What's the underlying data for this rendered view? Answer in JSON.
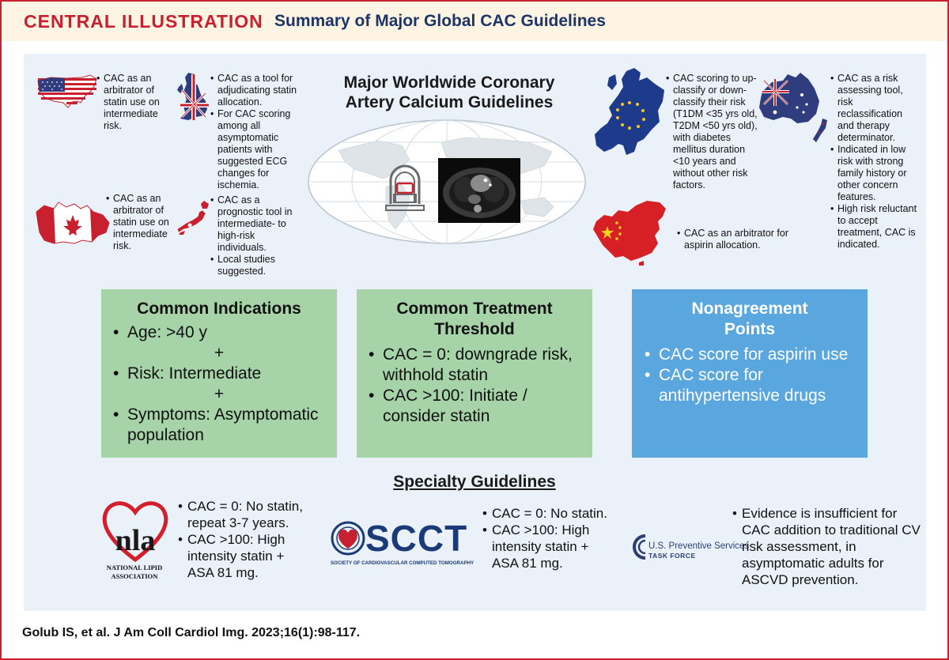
{
  "header": {
    "label": "CENTRAL ILLUSTRATION",
    "title": "Summary of Major Global CAC Guidelines"
  },
  "main_title": [
    "Major Worldwide Coronary",
    "Artery Calcium Guidelines"
  ],
  "regions": {
    "usa": {
      "icon": "usa-map-icon",
      "bullets": [
        "CAC as an arbitrator of statin use on intermediate risk."
      ]
    },
    "uk": {
      "icon": "uk-map-icon",
      "bullets": [
        "CAC as a tool for adjudicating statin allocation.",
        "For CAC scoring among all asymptomatic patients with suggested ECG changes for ischemia."
      ]
    },
    "canada": {
      "icon": "canada-map-icon",
      "bullets": [
        "CAC as an arbitrator of statin use on intermediate risk."
      ]
    },
    "japan": {
      "icon": "japan-map-icon",
      "bullets": [
        "CAC as a prognostic tool in intermediate- to high-risk individuals.",
        "Local studies suggested."
      ]
    },
    "europe": {
      "icon": "europe-map-icon",
      "bullets": [
        "CAC scoring to up-classify or down-classify their risk (T1DM <35 yrs old, T2DM <50 yrs old), with diabetes mellitus duration <10 years and without other risk factors."
      ]
    },
    "australia": {
      "icon": "australia-nz-map-icon",
      "bullets": [
        "CAC as a risk assessing tool, risk reclassification and therapy determinator.",
        "Indicated in low risk with strong family history or other concern features.",
        "High risk reluctant to accept treatment, CAC is indicated."
      ]
    },
    "china": {
      "icon": "china-map-icon",
      "bullets": [
        "CAC as an arbitrator for aspirin allocation."
      ]
    }
  },
  "boxes": {
    "indications": {
      "title": "Common Indications",
      "items": [
        "Age: >40 y",
        "Risk: Intermediate",
        "Symptoms: Asymptomatic population"
      ],
      "separator": "+"
    },
    "treatment": {
      "title": [
        "Common Treatment",
        "Threshold"
      ],
      "items": [
        "CAC = 0: downgrade risk, withhold statin",
        "CAC >100: Initiate / consider statin"
      ]
    },
    "nonagreement": {
      "title": [
        "Nonagreement",
        "Points"
      ],
      "items": [
        "CAC score for aspirin use",
        "CAC score for antihypertensive drugs"
      ]
    }
  },
  "specialty": {
    "title": "Specialty Guidelines",
    "nla": {
      "logo_text": "nla",
      "logo_caption": [
        "NATIONAL LIPID",
        "ASSOCIATION"
      ],
      "items": [
        "CAC = 0: No statin, repeat 3-7 years.",
        "CAC >100: High intensity statin + ASA 81 mg."
      ]
    },
    "scct": {
      "logo_text": "SCCT",
      "logo_caption": "SOCIETY OF CARDIOVASCULAR COMPUTED TOMOGRAPHY",
      "items": [
        "CAC = 0: No statin.",
        "CAC >100: High intensity statin + ASA 81 mg."
      ]
    },
    "uspstf": {
      "logo_line1": "U.S. Preventive Services",
      "logo_line2": "TASK FORCE",
      "items": [
        "Evidence is insufficient for CAC addition to traditional CV risk assessment, in asymptomatic adults for ASCVD prevention."
      ]
    }
  },
  "citation": "Golub IS, et al. J Am Coll Cardiol Img. 2023;16(1):98-117.",
  "colors": {
    "accent_red": "#c8202f",
    "title_navy": "#1d3566",
    "header_bg": "#fdf4e3",
    "panel_bg": "#eaf1f8",
    "green_box": "#a6d3a8",
    "blue_box": "#5aa6de"
  }
}
